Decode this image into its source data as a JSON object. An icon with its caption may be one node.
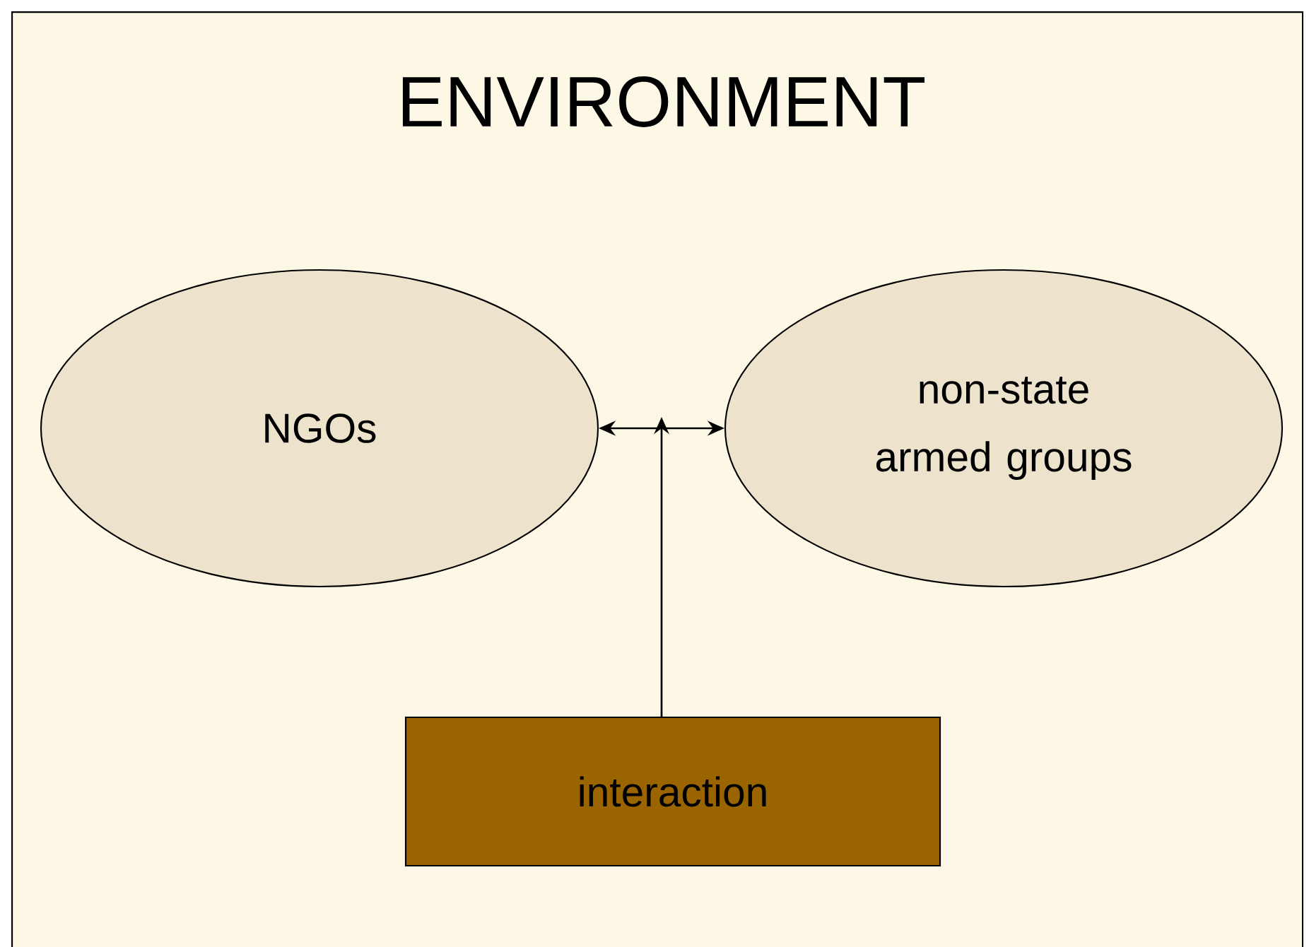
{
  "diagram": {
    "nodes": [
      {
        "text": [
          "ENVIRONMENT"
        ]
      },
      {
        "text": [
          "NGOs"
        ],
        "in": 0
      },
      {
        "text": [
          "non-state armed groups"
        ],
        "in": 0
      },
      {
        "text": [
          "interaction"
        ],
        "in": 0
      }
    ],
    "edges": [
      {
        "from": 1,
        "to": 2,
        "arrow": "both"
      },
      {
        "from": 3,
        "to": null,
        "arrow": "to"
      }
    ]
  }
}
